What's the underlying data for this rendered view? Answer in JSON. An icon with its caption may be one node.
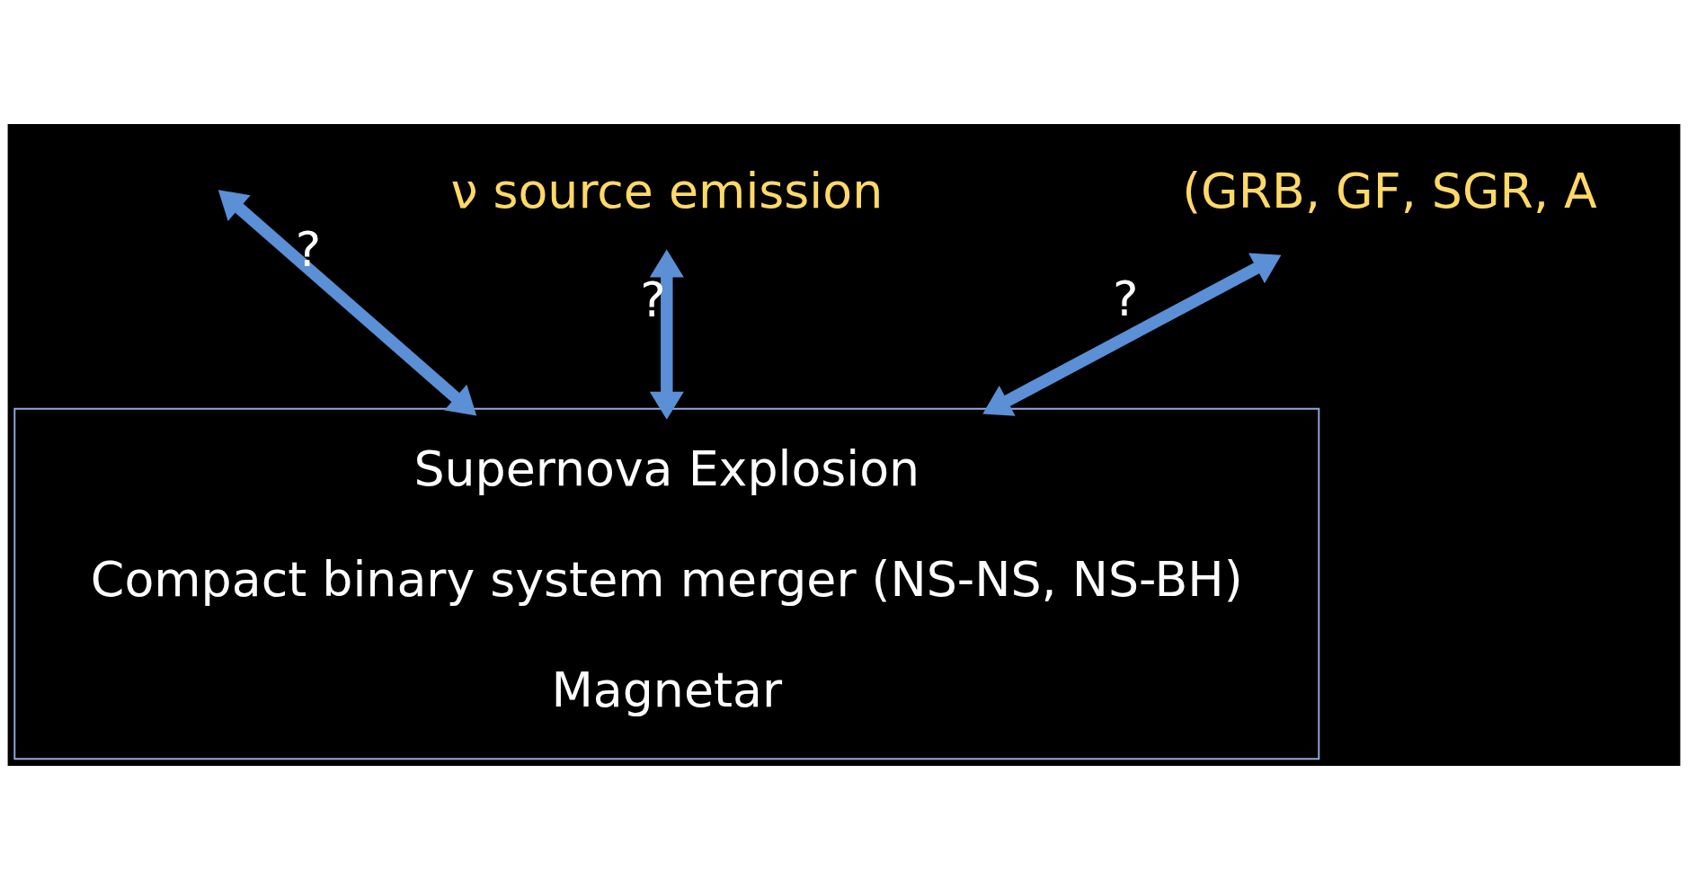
{
  "diagram": {
    "nodes": [
      {
        "text": [
          "Supernova Explosion",
          "Compact binary system merger (NS-NS, NS-BH)",
          "Magnetar"
        ]
      },
      {
        "text": [
          "ν source emission"
        ]
      },
      {
        "text": [
          "(GRB, GF, SGR, A"
        ]
      }
    ],
    "edges": [
      {
        "from": null,
        "to": 0,
        "arrow": "both",
        "label": "?"
      },
      {
        "from": 1,
        "to": 0,
        "arrow": "both",
        "label": "?"
      },
      {
        "from": 2,
        "to": 0,
        "arrow": "both",
        "label": "?"
      }
    ]
  }
}
